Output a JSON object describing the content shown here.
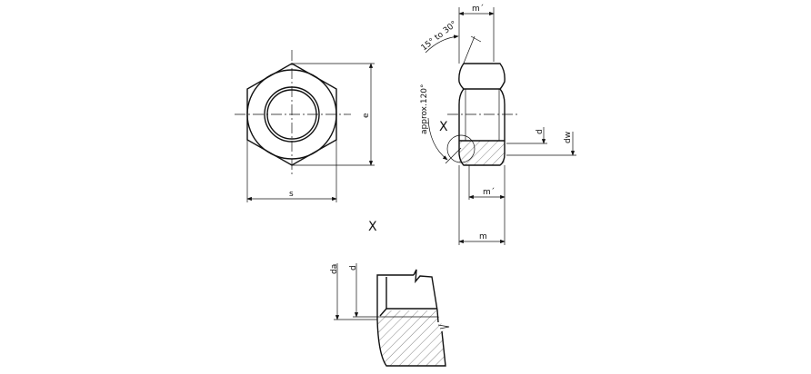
{
  "labels": {
    "front_e": "e",
    "front_s": "s",
    "side_m_prime_top": "m´",
    "side_angle_chamfer": "15° to 30°",
    "side_angle_approx": "approx.120°",
    "side_detail_mark": "X",
    "side_d": "d",
    "side_dw": "dw",
    "side_m_prime_bottom": "m´",
    "side_m": "m",
    "detail_title": "X",
    "detail_da": "da",
    "detail_d": "d"
  }
}
